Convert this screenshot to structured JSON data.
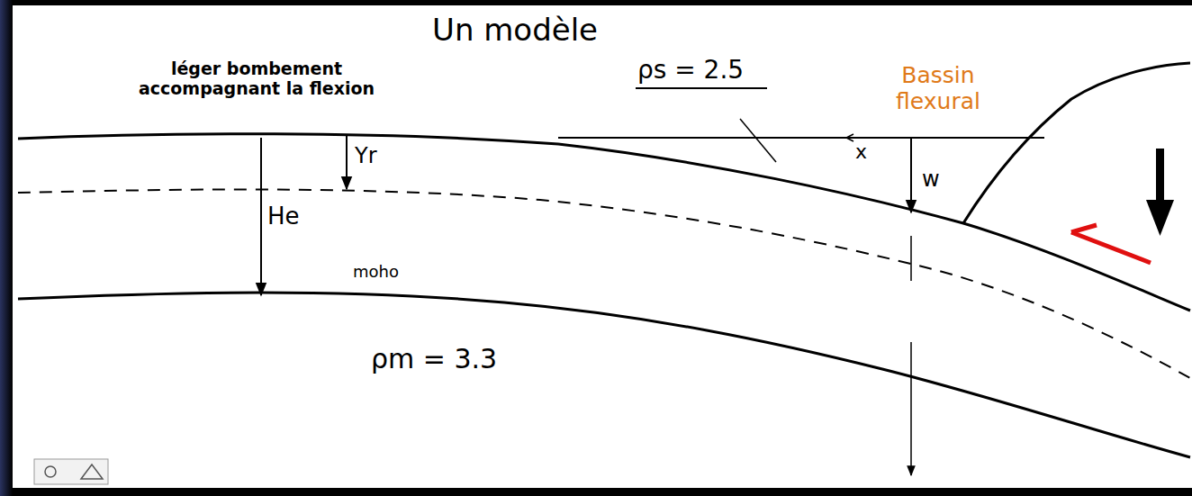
{
  "diagram": {
    "title": "Un modèle",
    "labels": [
      "léger bombement accompagnant la flexion",
      "ρs = 2.5",
      "x",
      "Bassin flexural",
      "Yr",
      "He",
      "w",
      "moho",
      "ρm = 3.3"
    ]
  }
}
